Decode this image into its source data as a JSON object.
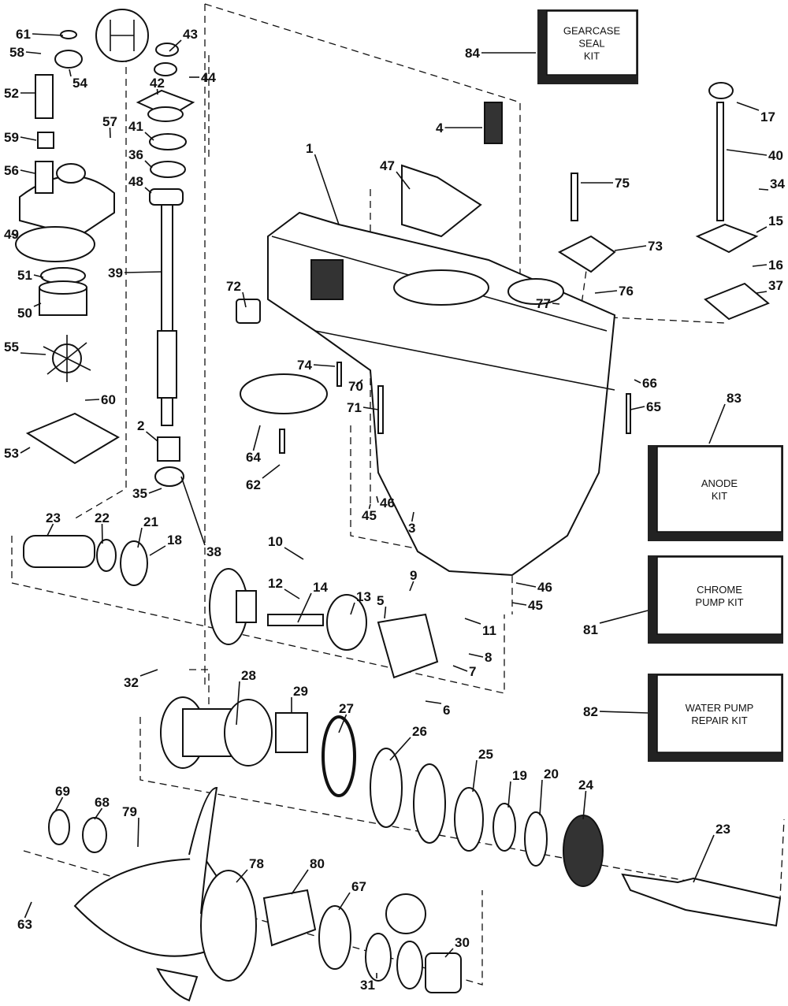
{
  "diagram": {
    "kits": [
      {
        "id": "84",
        "lines": [
          "GEARCASE",
          "SEAL",
          "KIT"
        ]
      },
      {
        "id": "83",
        "lines": [
          "ANODE",
          "KIT"
        ]
      },
      {
        "id": "81",
        "lines": [
          "CHROME",
          "PUMP KIT"
        ]
      },
      {
        "id": "82",
        "lines": [
          "WATER PUMP",
          "REPAIR KIT"
        ]
      }
    ],
    "callouts": [
      "61",
      "58",
      "54",
      "52",
      "57",
      "59",
      "56",
      "43",
      "44",
      "42",
      "41",
      "36",
      "48",
      "39",
      "49",
      "51",
      "50",
      "55",
      "60",
      "53",
      "2",
      "35",
      "38",
      "23",
      "22",
      "21",
      "18",
      "84",
      "4",
      "1",
      "47",
      "75",
      "17",
      "40",
      "34",
      "15",
      "73",
      "16",
      "37",
      "72",
      "74",
      "70",
      "76",
      "77",
      "66",
      "65",
      "71",
      "64",
      "62",
      "83",
      "45",
      "46",
      "3",
      "10",
      "12",
      "14",
      "13",
      "5",
      "9",
      "11",
      "8",
      "7",
      "6",
      "46",
      "45",
      "81",
      "82",
      "32",
      "28",
      "29",
      "27",
      "26",
      "25",
      "19",
      "20",
      "24",
      "23",
      "69",
      "68",
      "79",
      "78",
      "80",
      "67",
      "63",
      "30",
      "31"
    ]
  }
}
